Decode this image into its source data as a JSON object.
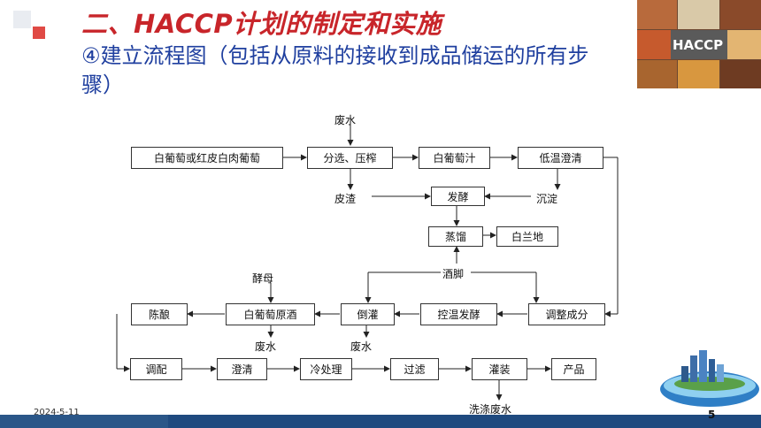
{
  "header": {
    "title": "二、HACCP计划的制定和实施",
    "subtitle": "④建立流程图（包括从原料的接收到成品储运的所有步骤）",
    "badge": "HACCP"
  },
  "flowchart": {
    "waste_water_top": "废水",
    "raw_material": "白葡萄或红皮白肉葡萄",
    "sort_press": "分选、压榨",
    "white_juice": "白葡萄汁",
    "low_temp_clarify": "低温澄清",
    "pomace": "皮渣",
    "ferment": "发酵",
    "sediment": "沉淀",
    "distill": "蒸馏",
    "brandy": "白兰地",
    "wine_lees": "酒脚",
    "yeast": "酵母",
    "aging": "陈酿",
    "base_wine": "白葡萄原酒",
    "racking": "倒灌",
    "temp_ferment": "控温发酵",
    "adjust": "调整成分",
    "waste_water_1": "废水",
    "waste_water_2": "废水",
    "blend": "调配",
    "clarify": "澄清",
    "cold_treat": "冷处理",
    "filter": "过滤",
    "bottling": "灌装",
    "product": "产品",
    "wash_water": "洗涤废水"
  },
  "footer": {
    "date": "2024-5-11",
    "page": "5"
  },
  "colors": {
    "title": "#c8252a",
    "subtitle": "#1f3f9f",
    "footer": "#1f4a7f"
  }
}
